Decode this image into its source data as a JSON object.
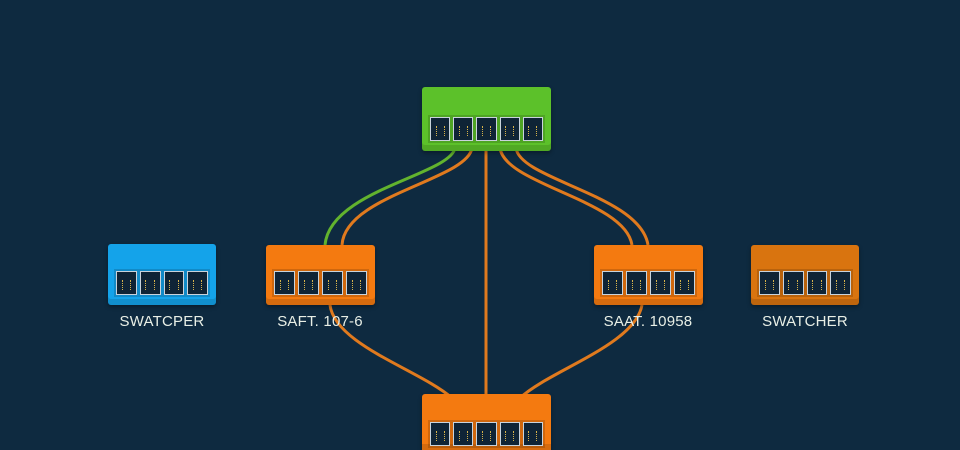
{
  "colors": {
    "background": "#0e2a40",
    "green_switch": "#5cc12a",
    "orange_switch": "#f47a10",
    "blue_switch": "#14a3ea",
    "dark_orange_switch": "#d9740f",
    "orange_link": "#e07a1e",
    "green_link": "#62b32e"
  },
  "switches": {
    "core": {
      "icon": "network-switch-icon",
      "ports": 5
    },
    "left": {
      "icon": "network-switch-icon",
      "ports": 4,
      "label": "SAFT. 107-6"
    },
    "right": {
      "icon": "network-switch-icon",
      "ports": 4,
      "label": "SAAT. 10958"
    },
    "far_left": {
      "icon": "network-switch-icon",
      "ports": 4,
      "label": "SWATCPER"
    },
    "far_right": {
      "icon": "network-switch-icon",
      "ports": 4,
      "label": "SWATCHER"
    },
    "bottom": {
      "icon": "network-switch-icon",
      "ports": 5
    }
  }
}
